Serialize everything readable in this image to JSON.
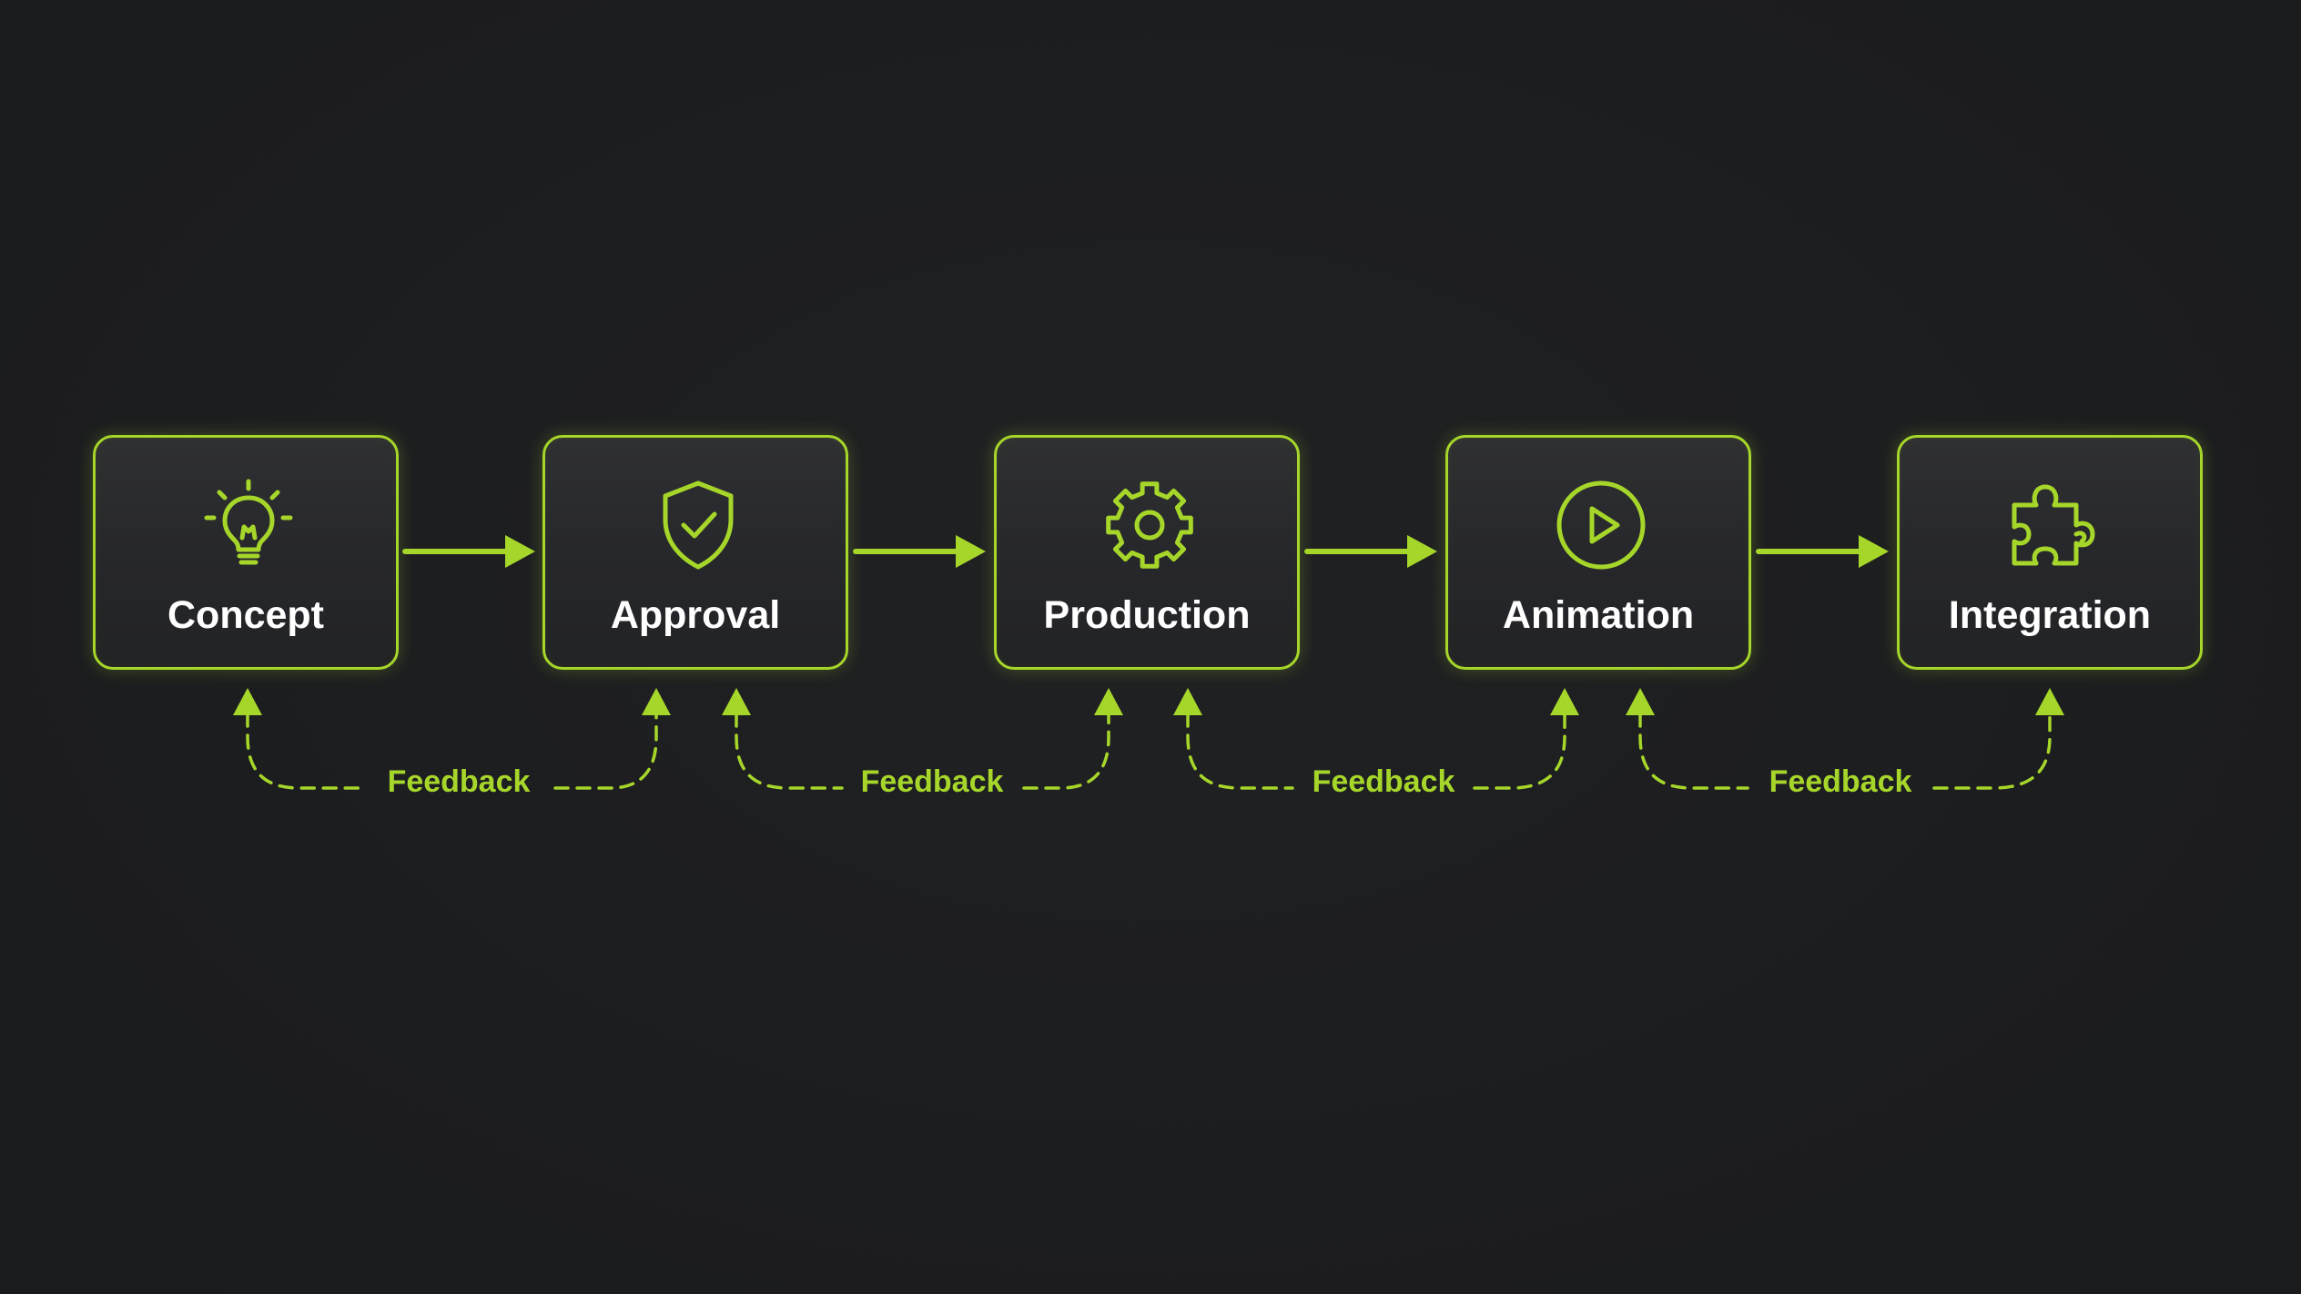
{
  "colors": {
    "background": "#1c1d1f",
    "accent": "#a6d62a",
    "box_fill": "#2a2b2d",
    "label_text": "#ffffff"
  },
  "stages": [
    {
      "label": "Concept",
      "icon": "lightbulb-icon"
    },
    {
      "label": "Approval",
      "icon": "shield-check-icon"
    },
    {
      "label": "Production",
      "icon": "gear-icon"
    },
    {
      "label": "Animation",
      "icon": "play-circle-icon"
    },
    {
      "label": "Integration",
      "icon": "puzzle-piece-icon"
    }
  ],
  "feedback_loops": [
    {
      "label": "Feedback",
      "from": "Approval",
      "to": "Concept"
    },
    {
      "label": "Feedback",
      "from": "Production",
      "to": "Approval"
    },
    {
      "label": "Feedback",
      "from": "Animation",
      "to": "Production"
    },
    {
      "label": "Feedback",
      "from": "Integration",
      "to": "Animation"
    }
  ]
}
